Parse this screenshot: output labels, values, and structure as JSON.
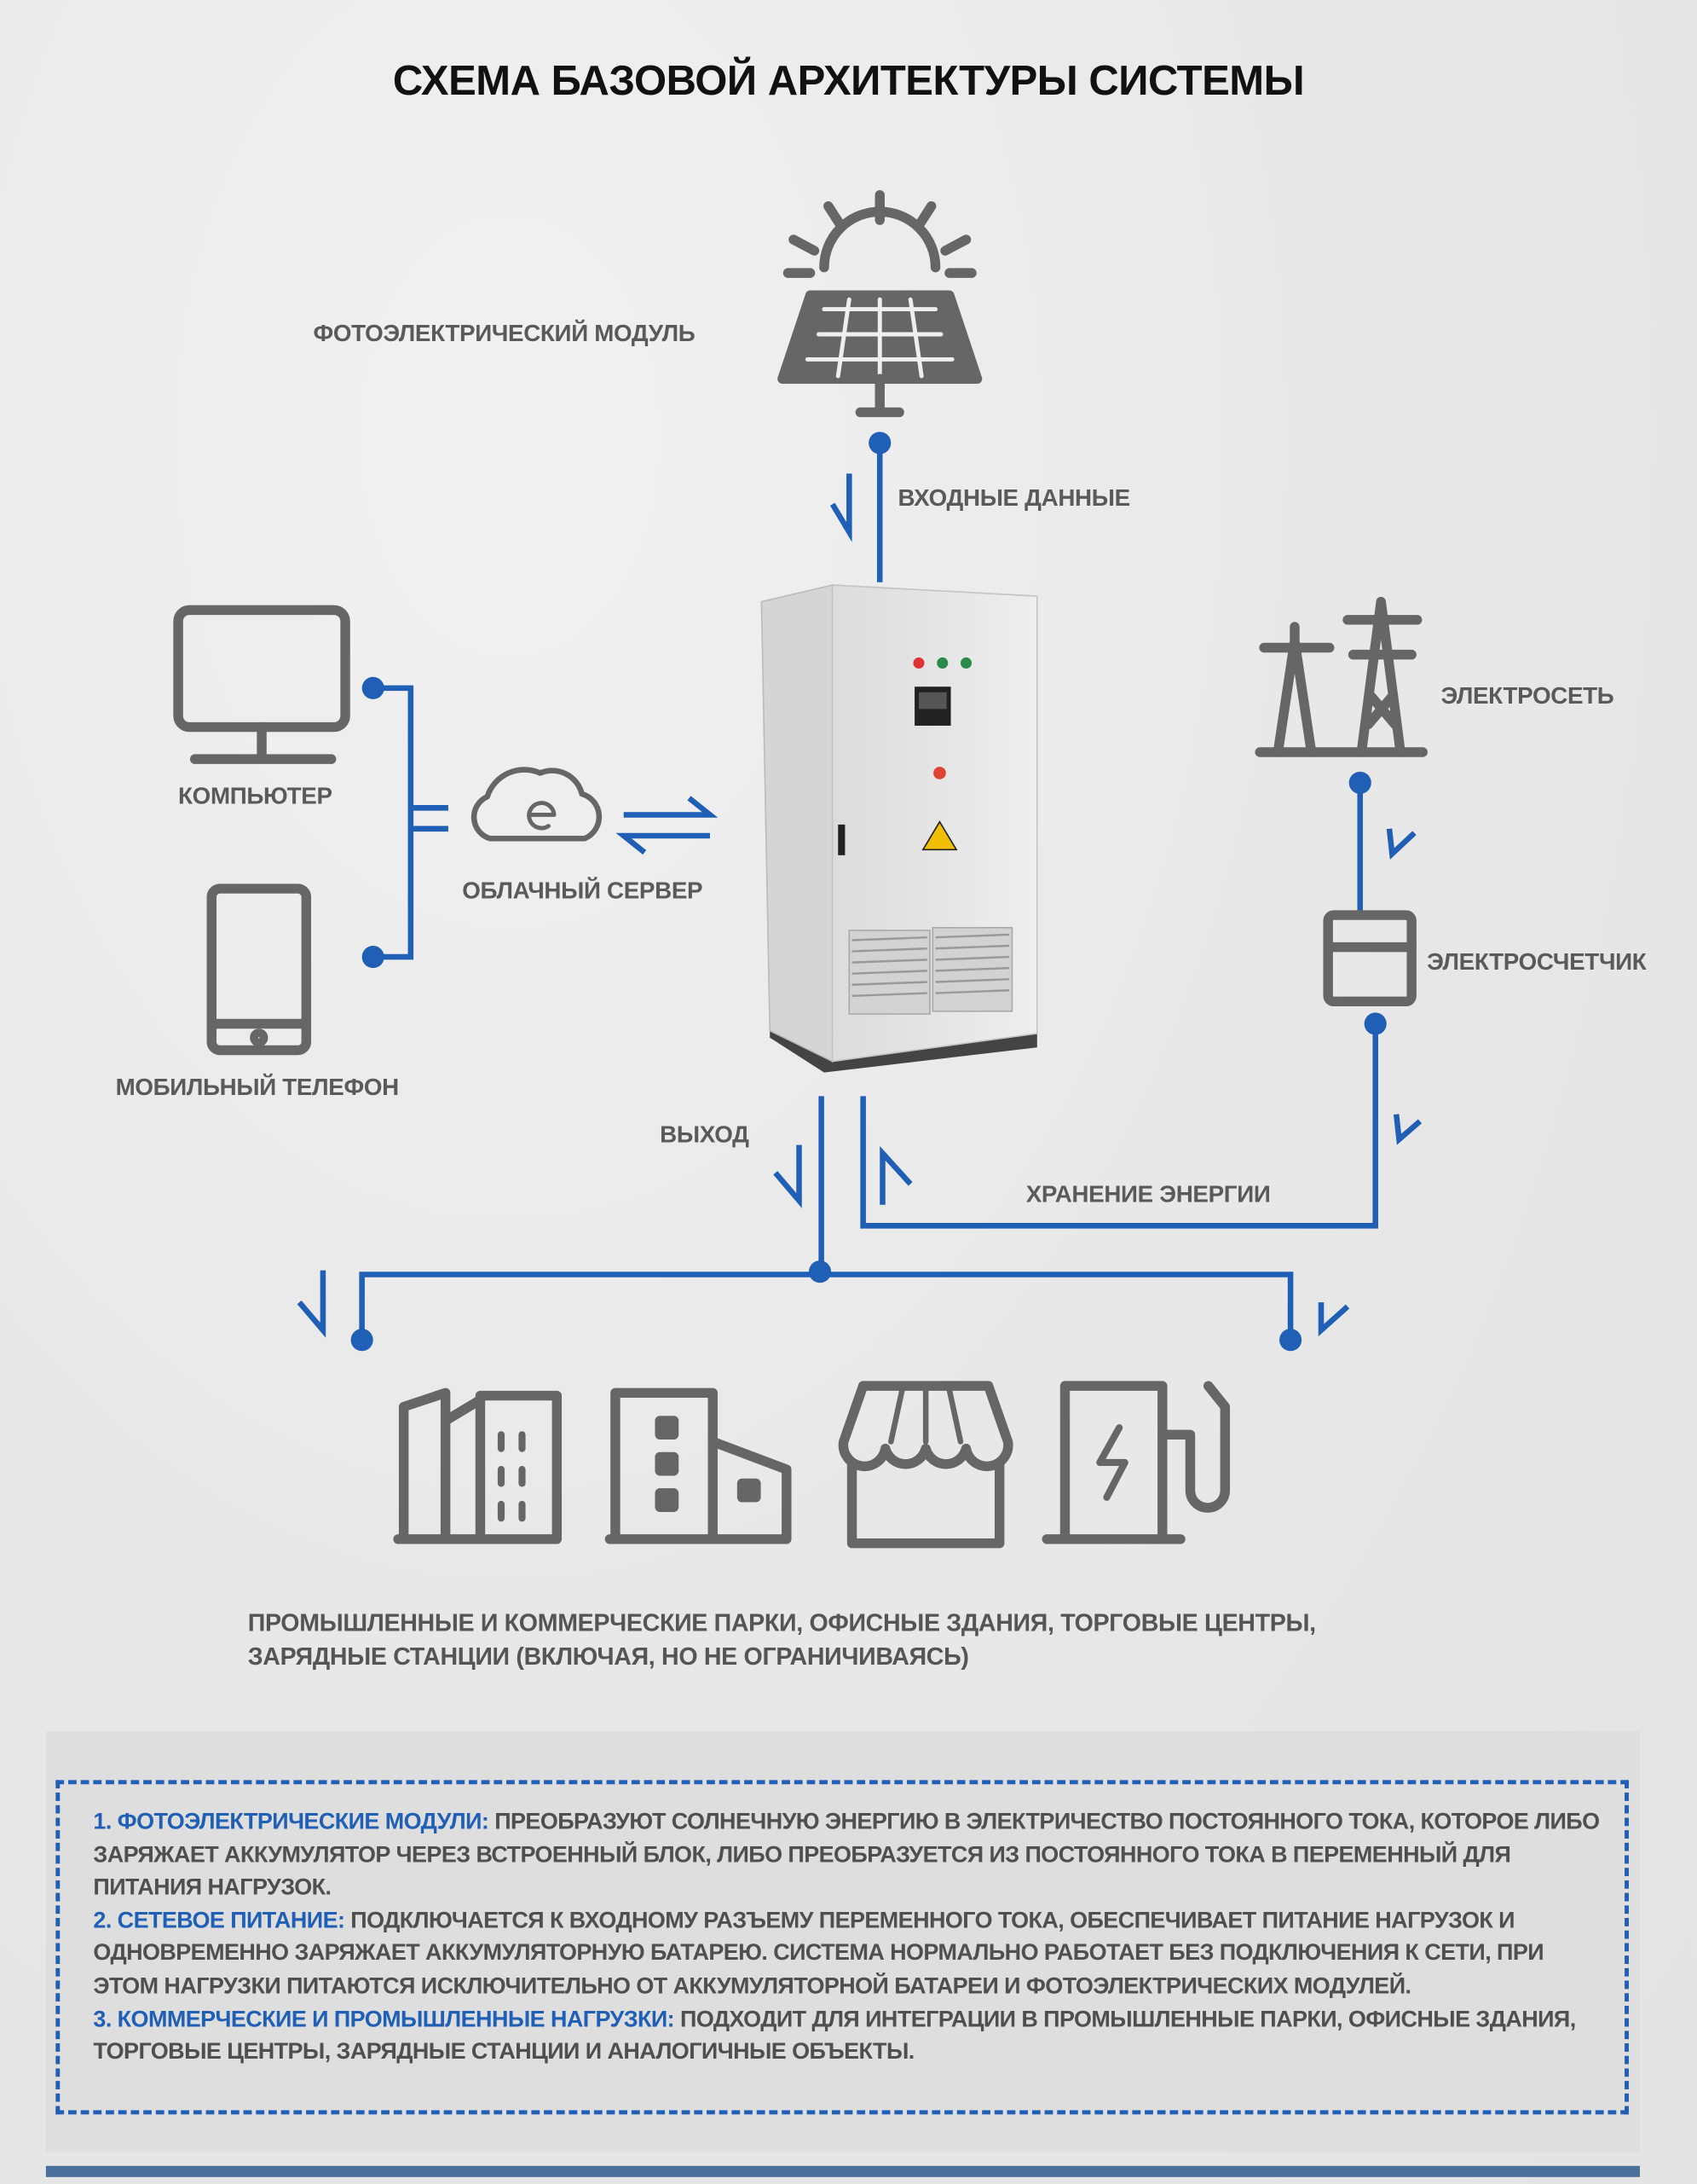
{
  "title": "СХЕМА БАЗОВОЙ АРХИТЕКТУРЫ СИСТЕМЫ",
  "nodes": {
    "pv_module": "ФОТОЭЛЕКТРИЧЕСКИЙ МОДУЛЬ",
    "input_data": "ВХОДНЫЕ ДАННЫЕ",
    "computer": "КОМПЬЮТЕР",
    "mobile_phone": "МОБИЛЬНЫЙ ТЕЛЕФОН",
    "cloud_server": "ОБЛАЧНЫЙ СЕРВЕР",
    "grid": "ЭЛЕКТРОСЕТЬ",
    "meter": "ЭЛЕКТРОСЧЕТЧИК",
    "output": "ВЫХОД",
    "energy_storage": "ХРАНЕНИЕ ЭНЕРГИИ"
  },
  "caption": {
    "line1": "ПРОМЫШЛЕННЫЕ И КОММЕРЧЕСКИЕ ПАРКИ, ОФИСНЫЕ ЗДАНИЯ, ТОРГОВЫЕ ЦЕНТРЫ,",
    "line2": "ЗАРЯДНЫЕ СТАНЦИИ (ВКЛЮЧАЯ, НО НЕ ОГРАНИЧИВАЯСЬ)"
  },
  "notes": [
    {
      "label": "1. ФОТОЭЛЕКТРИЧЕСКИЕ МОДУЛИ:",
      "text": " ПРЕОБРАЗУЮТ СОЛНЕЧНУЮ ЭНЕРГИЮ В ЭЛЕКТРИЧЕСТВО ПОСТОЯННОГО ТОКА, КОТОРОЕ ЛИБО ЗАРЯЖАЕТ АККУМУЛЯТОР ЧЕРЕЗ ВСТРОЕННЫЙ БЛОК, ЛИБО ПРЕОБРАЗУЕТСЯ ИЗ ПОСТОЯННОГО ТОКА В ПЕРЕМЕННЫЙ ДЛЯ ПИТАНИЯ НАГРУЗОК."
    },
    {
      "label": "2. СЕТЕВОЕ ПИТАНИЕ:",
      "text": " ПОДКЛЮЧАЕТСЯ К ВХОДНОМУ РАЗЪЕМУ ПЕРЕМЕННОГО ТОКА, ОБЕСПЕЧИВАЕТ ПИТАНИЕ НАГРУЗОК И ОДНОВРЕМЕННО ЗАРЯЖАЕТ АККУМУЛЯТОРНУЮ БАТАРЕЮ. СИСТЕМА НОРМАЛЬНО РАБОТАЕТ БЕЗ ПОДКЛЮЧЕНИЯ К СЕТИ, ПРИ ЭТОМ НАГРУЗКИ ПИТАЮТСЯ ИСКЛЮЧИТЕЛЬНО ОТ АККУМУЛЯТОРНОЙ БАТАРЕИ И ФОТОЭЛЕКТРИЧЕСКИХ МОДУЛЕЙ."
    },
    {
      "label": "3. КОММЕРЧЕСКИЕ И ПРОМЫШЛЕННЫЕ НАГРУЗКИ:",
      "text": " ПОДХОДИТ ДЛЯ ИНТЕГРАЦИИ В ПРОМЫШЛЕННЫЕ ПАРКИ, ОФИСНЫЕ ЗДАНИЯ, ТОРГОВЫЕ ЦЕНТРЫ, ЗАРЯДНЫЕ СТАНЦИИ И АНАЛОГИЧНЫЕ ОБЪЕКТЫ."
    }
  ],
  "colors": {
    "accent": "#1f5fb6",
    "icon": "#666666",
    "text": "#5a5a5a",
    "bar": "#4a7099"
  }
}
